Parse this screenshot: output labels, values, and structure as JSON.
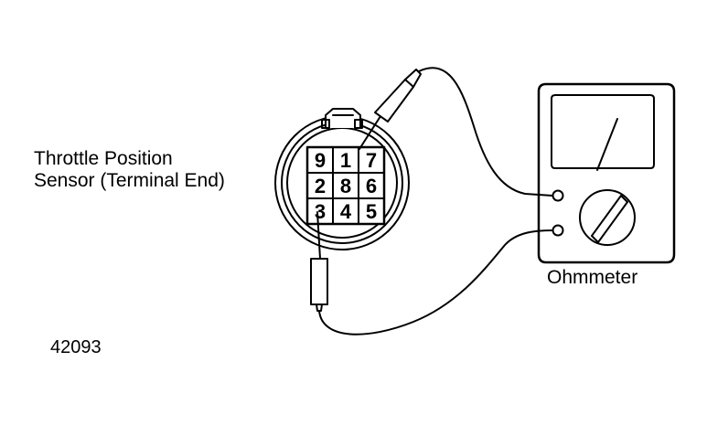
{
  "sensor_label": {
    "line1": "Throttle Position",
    "line2": "Sensor (Terminal End)"
  },
  "meter_label": "Ohmmeter",
  "figure_number": "42093",
  "terminals": {
    "row1": [
      "9",
      "1",
      "7"
    ],
    "row2": [
      "2",
      "8",
      "6"
    ],
    "row3": [
      "3",
      "4",
      "5"
    ]
  }
}
